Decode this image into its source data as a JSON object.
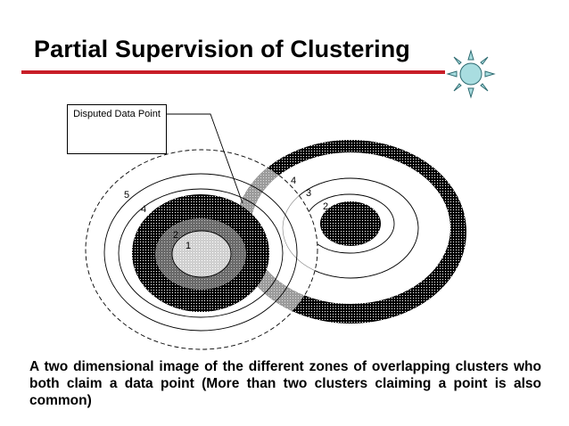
{
  "slide": {
    "title": "Partial Supervision of Clustering",
    "callout_text": "Disputed Data Point",
    "caption": "A two dimensional image of the different zones of overlapping clusters who both claim a data point (More than two clusters claiming a point is also common)"
  },
  "left_cluster": {
    "zone_labels": [
      "5",
      "4",
      "2",
      "1"
    ]
  },
  "right_cluster": {
    "zone_labels": [
      "4",
      "3",
      "2"
    ]
  },
  "colors": {
    "title_rule": "#c81e28",
    "sun_fill": "#a9dde0"
  },
  "icons": [
    "sun-icon"
  ]
}
